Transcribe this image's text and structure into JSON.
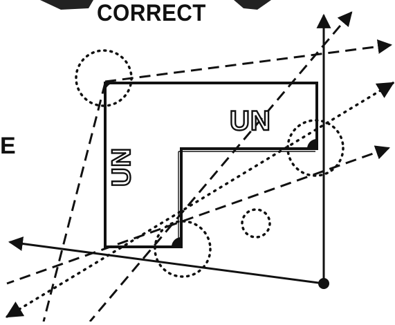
{
  "figure": {
    "title": "CORRECT",
    "side_letter": "E",
    "shape_label_horizontal": "UN",
    "shape_label_vertical": "UN"
  }
}
